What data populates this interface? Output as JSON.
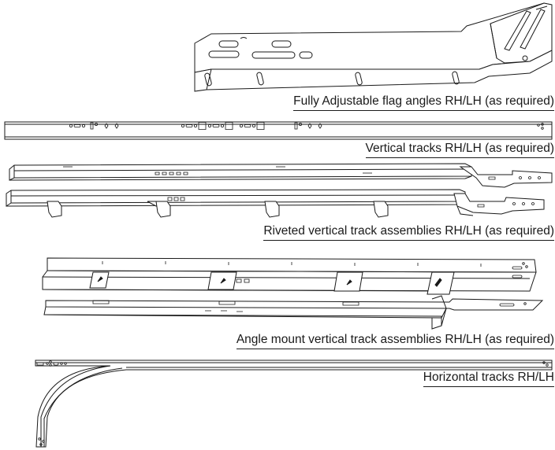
{
  "labels": {
    "flag_angles": "Fully Adjustable flag angles RH/LH (as required)",
    "vertical_tracks": "Vertical tracks RH/LH (as required)",
    "riveted_assemblies": "Riveted vertical track assemblies RH/LH (as required)",
    "angle_mount_assemblies": "Angle mount vertical track assemblies RH/LH (as required)",
    "horizontal_tracks": "Horizontal tracks RH/LH"
  },
  "colors": {
    "line": "#1a1a1a",
    "fill": "#ffffff",
    "shade": "#e6e6e6"
  }
}
